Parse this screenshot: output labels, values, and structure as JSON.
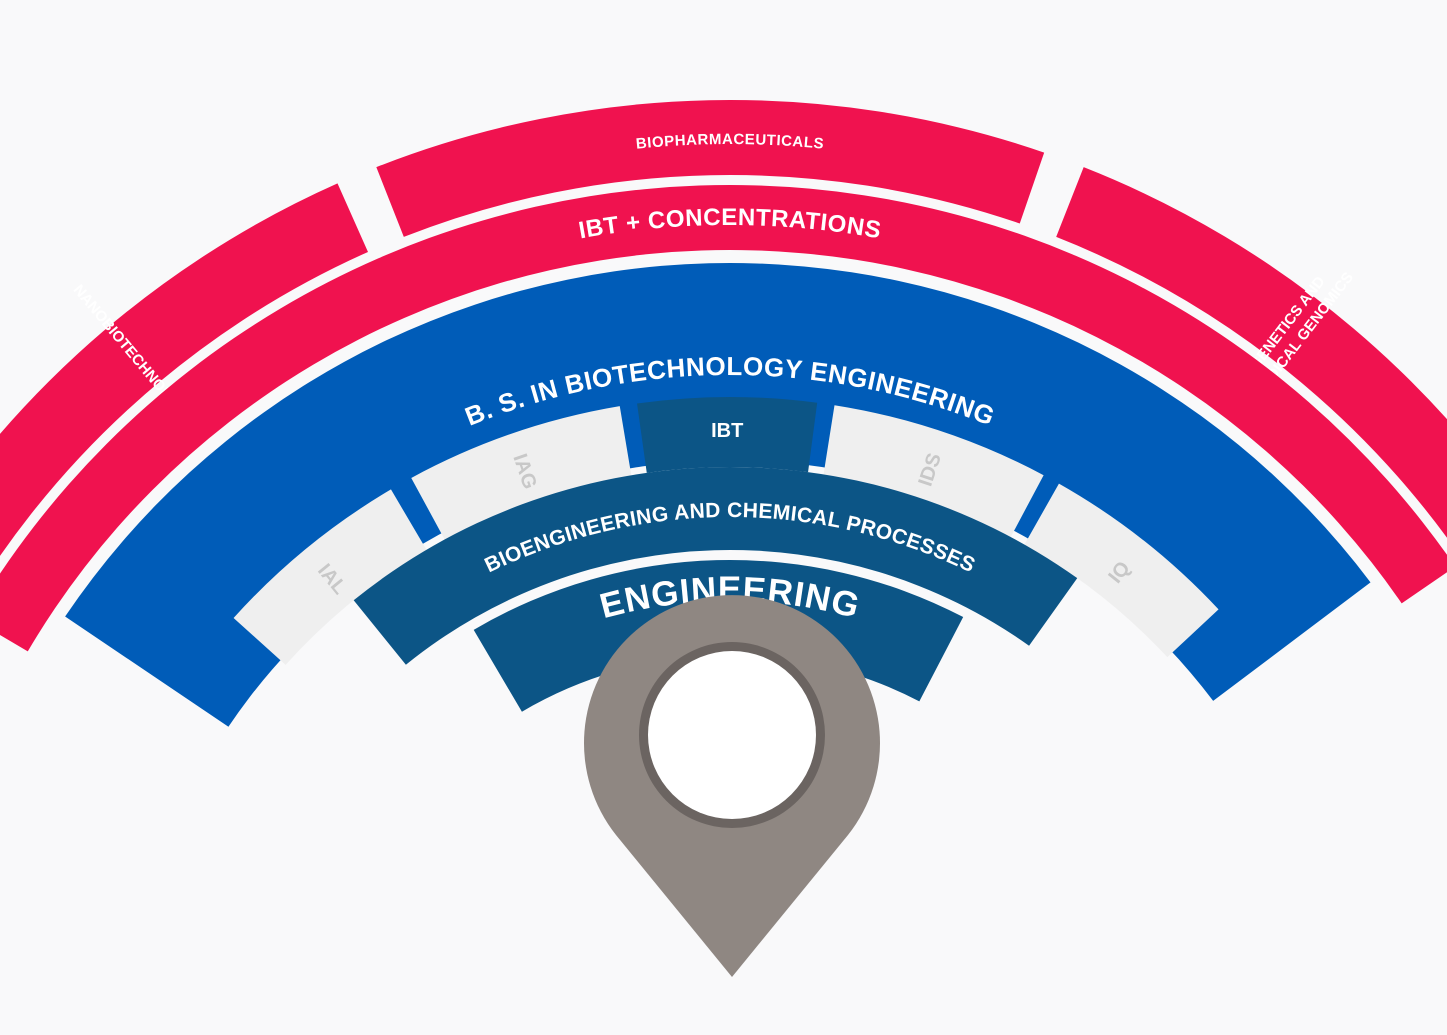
{
  "diagram": {
    "outer_ring": {
      "color": "#f0124f",
      "segments": [
        {
          "id": "nano",
          "label": "NANOBIOTECHNOLOGY"
        },
        {
          "id": "bio",
          "label": "BIOPHARMACEUTICALS"
        },
        {
          "id": "gen",
          "label_lines": [
            "GENETICS AND",
            "MEDICAL GENOMICS"
          ]
        }
      ]
    },
    "concentrations_band": {
      "label": "IBT + CONCENTRATIONS",
      "color": "#f0124f"
    },
    "degree_band": {
      "label": "B. S. IN BIOTECHNOLOGY ENGINEERING",
      "color": "#005cb8"
    },
    "programs_ring": {
      "inactive_color": "#efefef",
      "inactive_text_color": "#c8c8c8",
      "active_color": "#0c5586",
      "segments": [
        {
          "id": "ial",
          "label": "IAL",
          "active": false
        },
        {
          "id": "iag",
          "label": "IAG",
          "active": false
        },
        {
          "id": "ibt",
          "label": "IBT",
          "active": true
        },
        {
          "id": "ids",
          "label": "IDS",
          "active": false
        },
        {
          "id": "iq",
          "label": "IQ",
          "active": false
        }
      ]
    },
    "school_band": {
      "label": "BIOENGINEERING AND CHEMICAL PROCESSES",
      "color": "#0c5586"
    },
    "core_band": {
      "label": "ENGINEERING",
      "color": "#0c5586"
    },
    "pin": {
      "icon": "location-pin-icon",
      "color": "#8f8782",
      "ring_color": "#6b6461",
      "hole_color": "#ffffff"
    }
  }
}
